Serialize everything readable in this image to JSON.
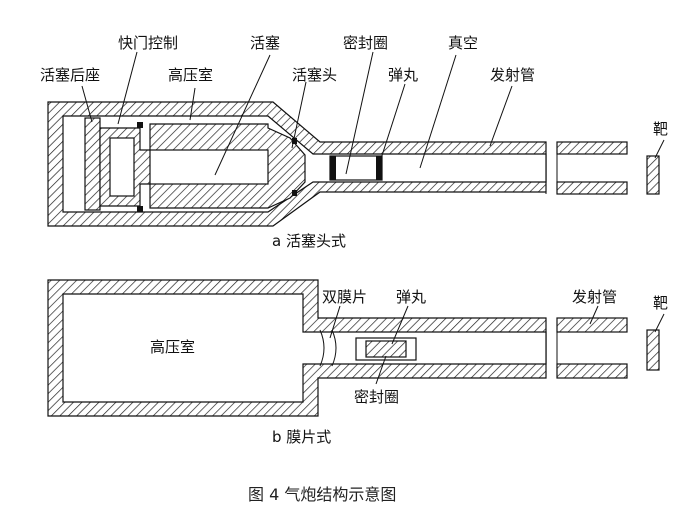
{
  "diagram_a": {
    "labels": {
      "piston_base": "活塞后座",
      "shutter_control": "快门控制",
      "piston": "活塞",
      "seal_ring": "密封圈",
      "vacuum": "真空",
      "high_pressure": "高压室",
      "piston_head": "活塞头",
      "projectile": "弹丸",
      "launch_tube": "发射管",
      "target": "靶"
    },
    "subtitle": "a  活塞头式"
  },
  "diagram_b": {
    "labels": {
      "high_pressure": "高压室",
      "double_diaphragm": "双膜片",
      "projectile": "弹丸",
      "launch_tube": "发射管",
      "target": "靶",
      "seal_ring": "密封圈"
    },
    "subtitle": "b  膜片式"
  },
  "caption": "图 4   气炮结构示意图"
}
